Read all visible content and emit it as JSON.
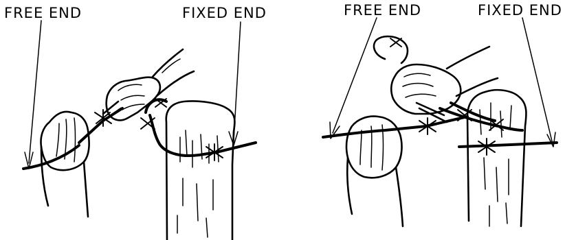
{
  "left_panel": {
    "free_end_label": "FREE  END",
    "fixed_end_label": "FIXED  END"
  },
  "right_panel": {
    "free_end_label": "FREE  END",
    "fixed_end_label": "FIXED  END"
  }
}
